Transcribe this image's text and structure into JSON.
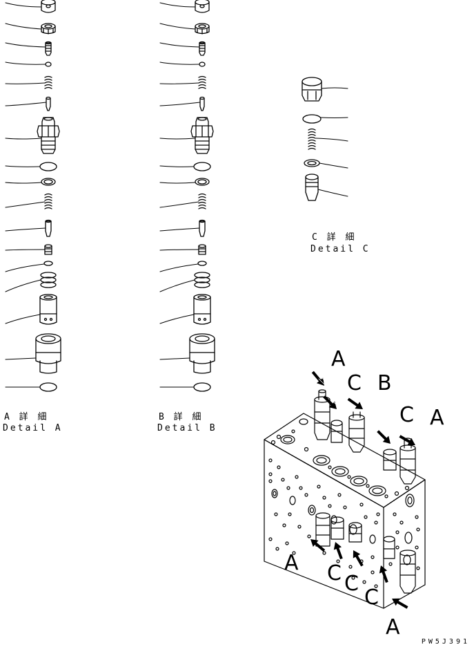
{
  "details": {
    "a": {
      "title_jp": "A 詳 細",
      "title_en": "Detail A"
    },
    "b": {
      "title_jp": "B 詳 細",
      "title_en": "Detail B"
    },
    "c": {
      "title_jp": "C 詳 細",
      "title_en": "Detail C"
    }
  },
  "callouts": [
    "A",
    "C",
    "B",
    "C",
    "A",
    "A",
    "C",
    "C",
    "C",
    "A"
  ],
  "drawing_code": "PW5J391"
}
